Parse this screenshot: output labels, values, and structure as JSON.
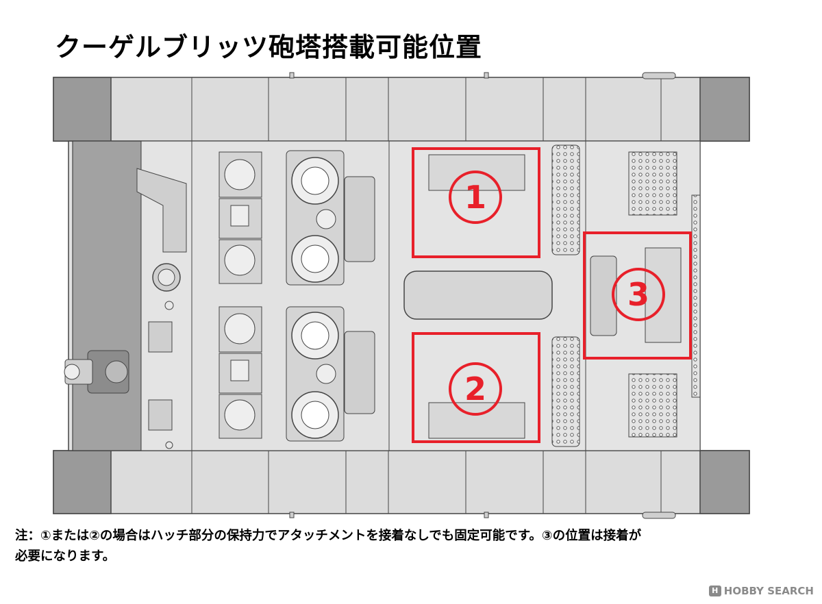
{
  "title": "クーゲルブリッツ砲塔搭載可能位置",
  "positions": [
    {
      "label": "1"
    },
    {
      "label": "2"
    },
    {
      "label": "3"
    }
  ],
  "note": {
    "line1": "注：①または②の場合はハッチ部分の保持力でアタッチメントを接着なしでも固定可能です。③の位置は接着が",
    "line2": "必要になります。"
  },
  "watermark": {
    "mark": "H",
    "text": "HOBBY SEARCH"
  },
  "colors": {
    "highlight": "#e8202a",
    "hull": "#d9d9d9",
    "dark": "#9a9a9a",
    "line": "#555555"
  }
}
